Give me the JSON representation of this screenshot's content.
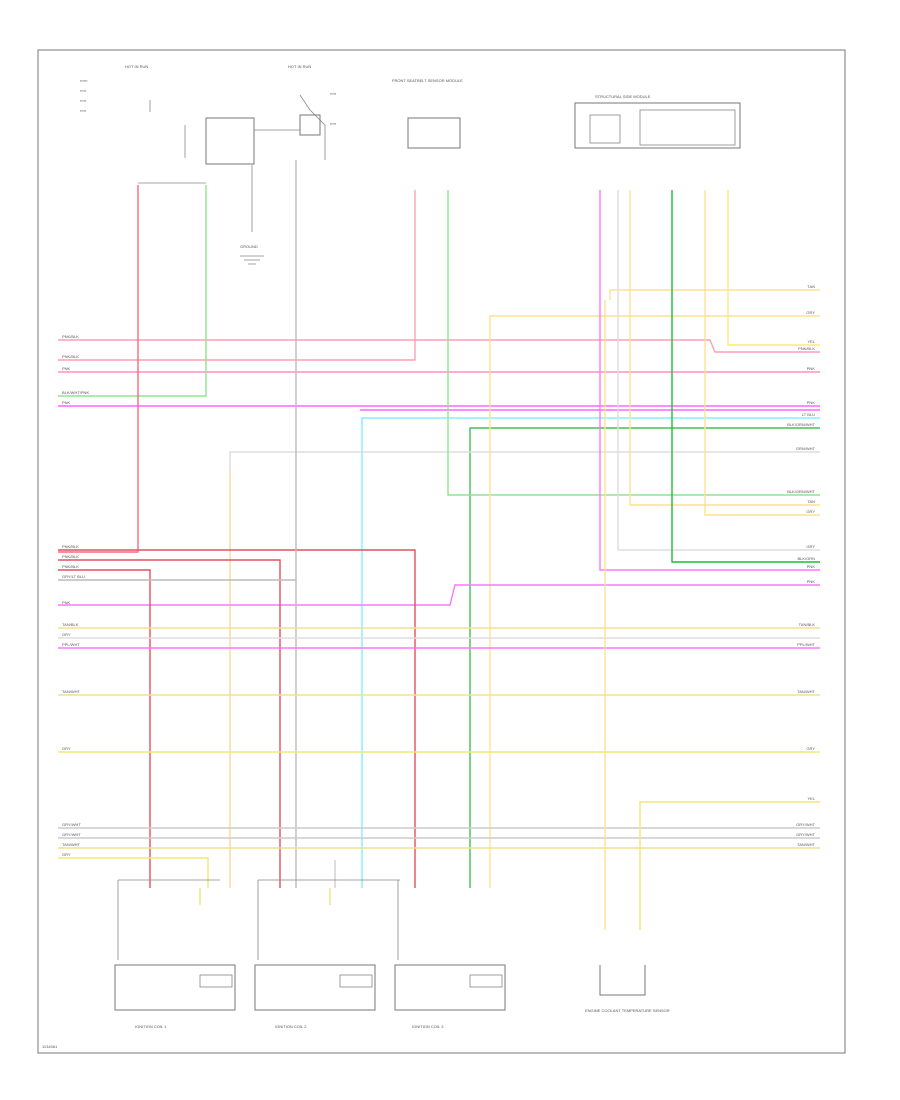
{
  "diagram": {
    "footer_code": "1134061",
    "components": {
      "hot_in_run_1": "HOT IN RUN",
      "hot_in_run_2": "HOT IN RUN",
      "front_sensor_module": "FRONT SEATBELT SENSOR MODULE",
      "side_module": "STRUCTURAL SIDE MODULE",
      "ignition_coil_1": "IGNITION COIL 1",
      "ignition_coil_2": "IGNITION COIL 2",
      "ignition_coil_3": "IGNITION COIL 3",
      "engine_sensor": "ENGINE COOLANT TEMPERATURE SENSOR",
      "ground": "GROUND"
    },
    "left_labels": [
      "PNK/BLK",
      "PNK/BLK",
      "PNK",
      "BLK/WHT/PNK",
      "PNK",
      "PNK/BLK",
      "PNK/BLK",
      "PNK/BLK",
      "GRY/LT BLU",
      "PNK",
      "TAN/BLK",
      "GRY",
      "PPL/WHT",
      "TAN/WHT",
      "GRY",
      "GRY/WHT",
      "GRY/WHT",
      "TAN/WHT",
      "GRY"
    ],
    "right_labels": [
      "TAN",
      "GRY",
      "YEL",
      "PNK/BLK",
      "PNK",
      "PNK",
      "LT BLU",
      "BLK/GRN/WHT",
      "GRN/WHT",
      "BLK/GRN/WHT",
      "TAN",
      "GRY",
      "GRY",
      "BLK/GRN",
      "PNK",
      "PNK",
      "TAN/BLK",
      "PPL/WHT",
      "TAN/WHT",
      "GRY",
      "YEL",
      "GRY/WHT",
      "GRY/WHT",
      "TAN/WHT"
    ]
  }
}
